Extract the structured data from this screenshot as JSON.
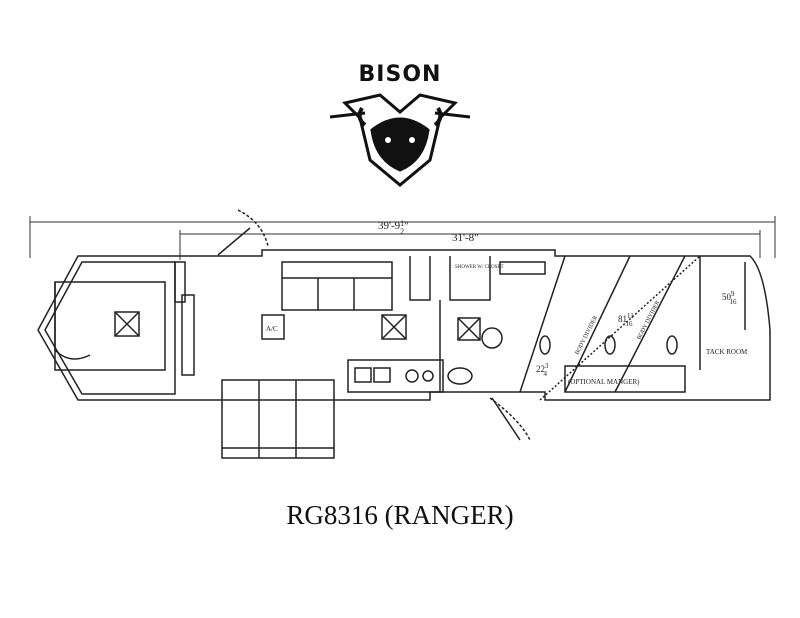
{
  "brand": {
    "name": "BISON"
  },
  "model": {
    "title": "RG8316 (RANGER)"
  },
  "dimensions": {
    "overall_length": "39'-9",
    "overall_length_frac_num": "1",
    "overall_length_frac_den": "2",
    "overall_length_suffix": "\"",
    "box_length": "31'-8\"",
    "stall_depth_whole": "81",
    "stall_depth_num": "11",
    "stall_depth_den": "16",
    "tack_width_whole": "50",
    "tack_width_num": "9",
    "tack_width_den": "16",
    "manger_width_whole": "22",
    "manger_width_num": "3",
    "manger_width_den": "4"
  },
  "labels": {
    "ac": "A/C",
    "tack_room": "TACK ROOM",
    "optional_manger": "(OPTIONAL MANGER)",
    "body_divider": "BODY DIVIDER",
    "shower": "SHOWER W/ CLOSET"
  }
}
